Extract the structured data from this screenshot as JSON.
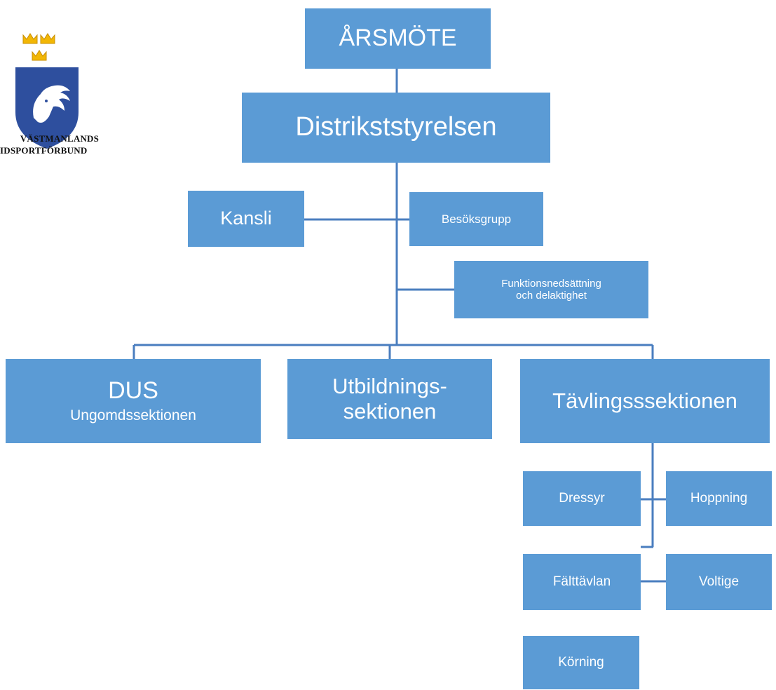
{
  "logo": {
    "line1": "VÄSTMANLANDS",
    "line2": "IDSPORTFÖRBUND",
    "colors": {
      "crown": "#f2b705",
      "shield": "#2e4f9e"
    }
  },
  "nodes": {
    "arsmote": "ÅRSMÖTE",
    "styrelse": "Distrikststyrelsen",
    "kansli": "Kansli",
    "besoksgrupp": "Besöksgrupp",
    "funktion": [
      "Funktionsnedsättning",
      "och delaktighet"
    ],
    "dus": {
      "title": "DUS",
      "subtitle": "Ungomdssektionen"
    },
    "utbildning": [
      "Utbildnings-",
      "sektionen"
    ],
    "tavling": "Tävlingsssektionen",
    "dressyr": "Dressyr",
    "hoppning": "Hoppning",
    "falttavlan": "Fälttävlan",
    "voltige": "Voltige",
    "korning": "Körning"
  },
  "colors": {
    "box": "#5b9bd5",
    "line": "#4a7ebf",
    "text": "#ffffff"
  }
}
